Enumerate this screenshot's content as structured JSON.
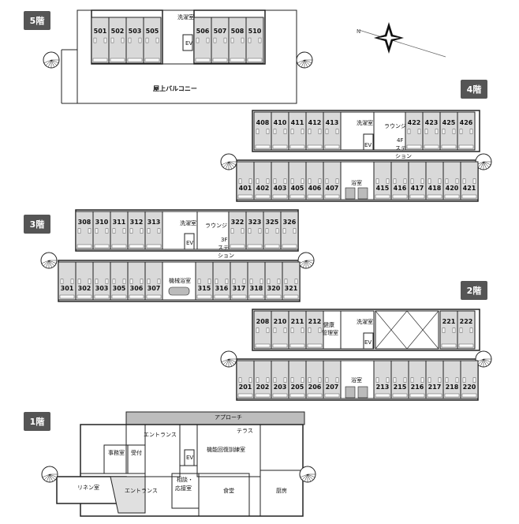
{
  "floors": {
    "f5": {
      "badge": "5階",
      "rooms_top": [
        "501",
        "502",
        "503",
        "505",
        "506",
        "507",
        "508",
        "510"
      ],
      "laundry": "洗濯室",
      "ev": "EV",
      "terrace": "屋上バルコニー"
    },
    "f4": {
      "badge": "4階",
      "rooms_top": [
        "408",
        "410",
        "411",
        "412",
        "413",
        "422",
        "423",
        "425",
        "426"
      ],
      "rooms_bottom": [
        "401",
        "402",
        "403",
        "405",
        "406",
        "407",
        "415",
        "416",
        "417",
        "418",
        "420",
        "421"
      ],
      "laundry": "洗濯室",
      "ev": "EV",
      "lounge": "ラウンジ",
      "station": [
        "4F",
        "ステ",
        "ション"
      ],
      "bath": "浴室"
    },
    "f3": {
      "badge": "3階",
      "rooms_top": [
        "308",
        "310",
        "311",
        "312",
        "313",
        "322",
        "323",
        "325",
        "326"
      ],
      "rooms_bottom": [
        "301",
        "302",
        "303",
        "305",
        "306",
        "307",
        "315",
        "316",
        "317",
        "318",
        "320",
        "321"
      ],
      "laundry": "洗濯室",
      "ev": "EV",
      "lounge": "ラウンジ",
      "station": [
        "3F",
        "ステ",
        "ション"
      ],
      "bath": "機械浴室"
    },
    "f2": {
      "badge": "2階",
      "rooms_top": [
        "208",
        "210",
        "211",
        "212",
        "221",
        "222"
      ],
      "rooms_bottom": [
        "201",
        "202",
        "203",
        "205",
        "206",
        "207",
        "213",
        "215",
        "216",
        "217",
        "218",
        "220"
      ],
      "health": [
        "健康",
        "管理室"
      ],
      "laundry": "洗濯室",
      "ev": "EV",
      "bath": "浴室"
    },
    "f1": {
      "badge": "1階",
      "approach": "アプローチ",
      "entrance_top": "エントランス",
      "terrace": "テラス",
      "office": "事務室",
      "reception": "受付",
      "rehab": "機能回復訓練室",
      "ev": "EV",
      "linen": "リネン室",
      "entrance_bottom": "エントランス",
      "consult": [
        "相談・",
        "応接室"
      ],
      "dining": "食堂",
      "kitchen": "厨房"
    }
  },
  "compass": {
    "label": "N"
  },
  "colors": {
    "badge": "#555555",
    "room_fill": "#d9d9d9",
    "wall": "#222222",
    "approach": "#bdbdbd"
  }
}
